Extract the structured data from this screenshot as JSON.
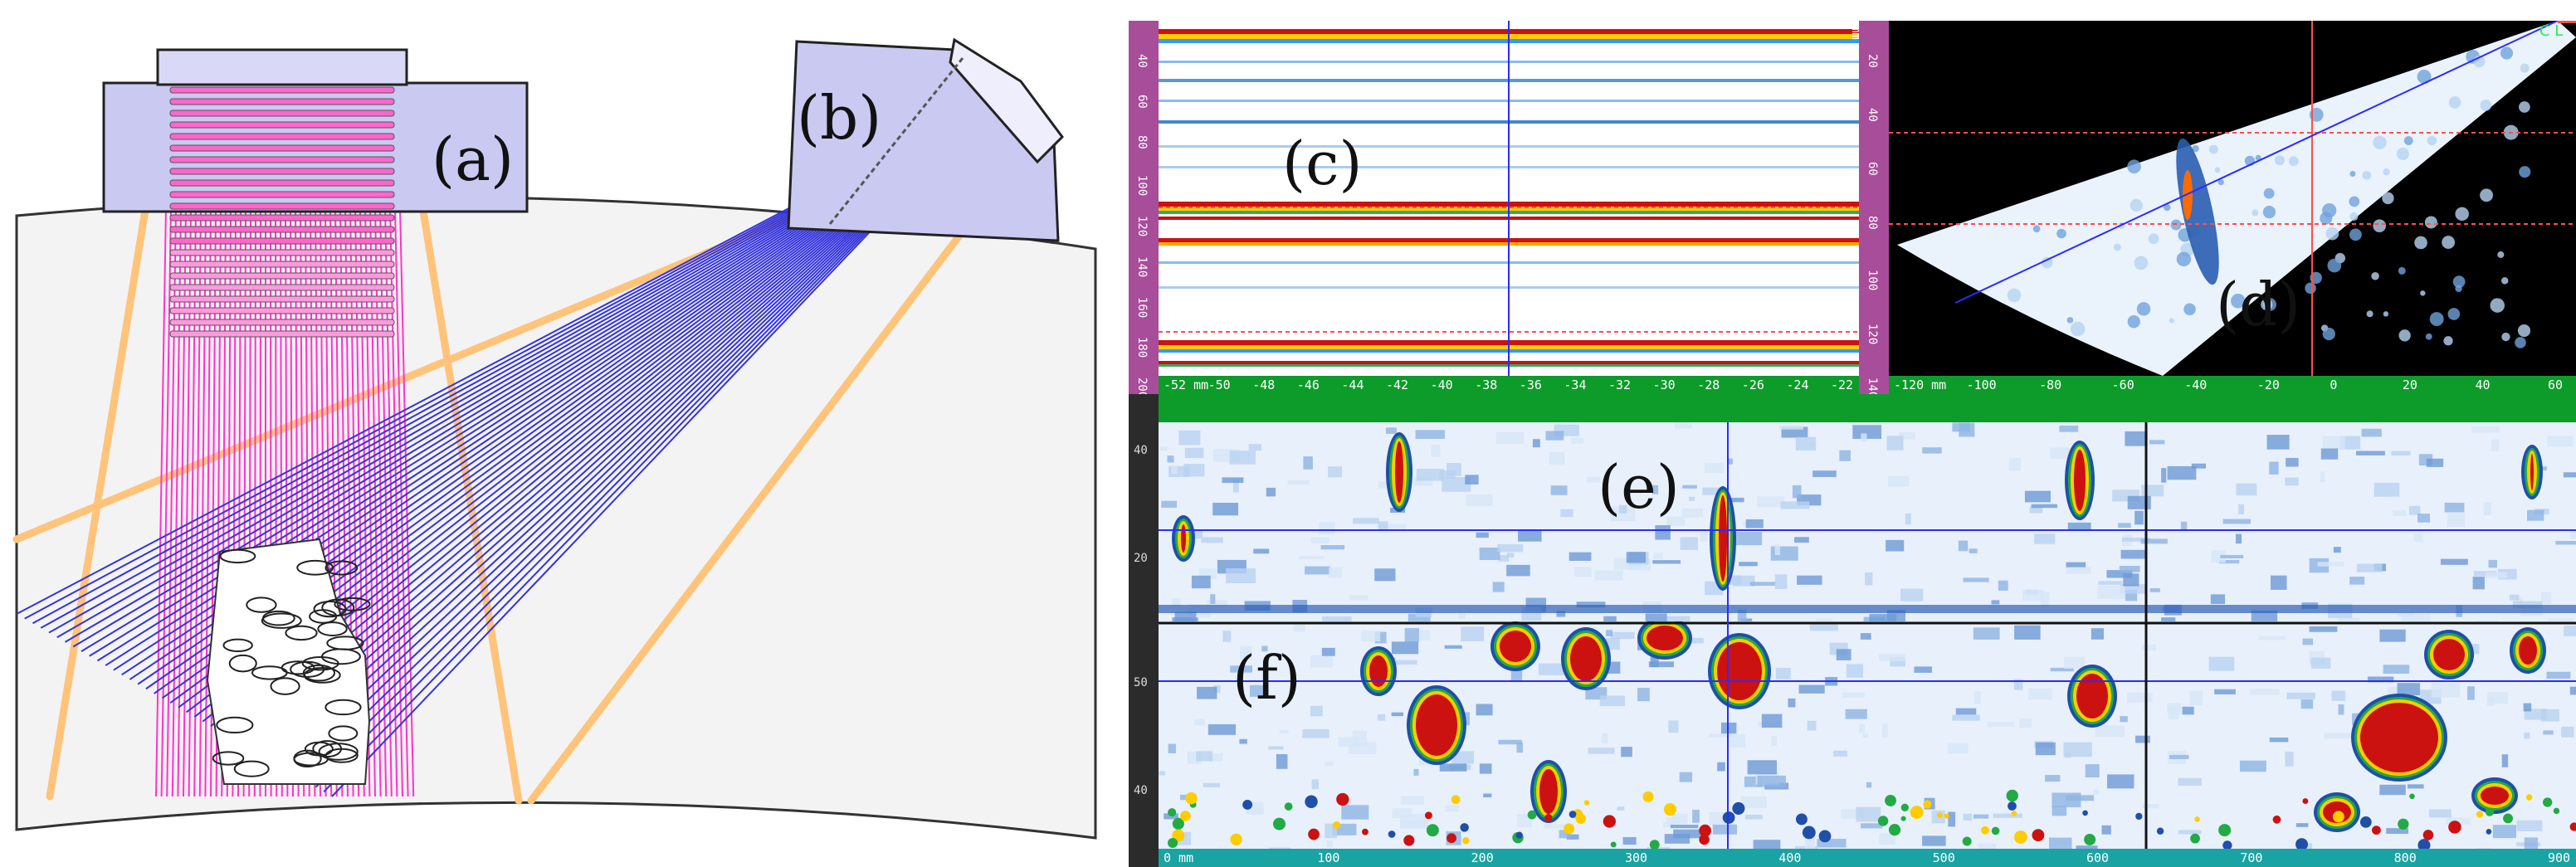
{
  "panels": {
    "a": {
      "label": "(a)"
    },
    "b": {
      "label": "(b)"
    },
    "c": {
      "label": "(c)",
      "units": "mm",
      "v_ticks": [
        "40",
        "60",
        "80",
        "100",
        "120",
        "140",
        "160",
        "180",
        "200"
      ],
      "h_ticks": [
        "-52 mm",
        "-50",
        "-48",
        "-46",
        "-44",
        "-42",
        "-40",
        "-38",
        "-36",
        "-34",
        "-32",
        "-30",
        "-28",
        "-26",
        "-24",
        "-22"
      ]
    },
    "d": {
      "label": "(d)",
      "marker": "C L",
      "units": "mm",
      "v_ticks": [
        "20",
        "40",
        "60",
        "80",
        "100",
        "120",
        "140"
      ],
      "h_ticks": [
        "-120 mm",
        "-100",
        "-80",
        "-60",
        "-40",
        "-20",
        "0",
        "20",
        "40",
        "60"
      ]
    },
    "e": {
      "label": "(e)",
      "v_ticks": [
        "40",
        "20"
      ]
    },
    "f": {
      "label": "(f)",
      "v_ticks": [
        "50",
        "40"
      ]
    },
    "bottom_axis": {
      "ticks": [
        "0 mm",
        "100",
        "200",
        "300",
        "400",
        "500",
        "600",
        "700",
        "800",
        "900"
      ]
    }
  },
  "colors": {
    "array_pink": "#ff33cc",
    "beam_blue": "#3333dd",
    "wedge_fill": "#c9c9f2",
    "beam_edge": "#ffc37a",
    "ruler_purple": "#a84d9a",
    "ruler_green": "#0d9b2a",
    "ruler_teal": "#1aa3a3",
    "cursor_red": "#ff4d4d",
    "cursor_blue": "#2b2bff"
  }
}
